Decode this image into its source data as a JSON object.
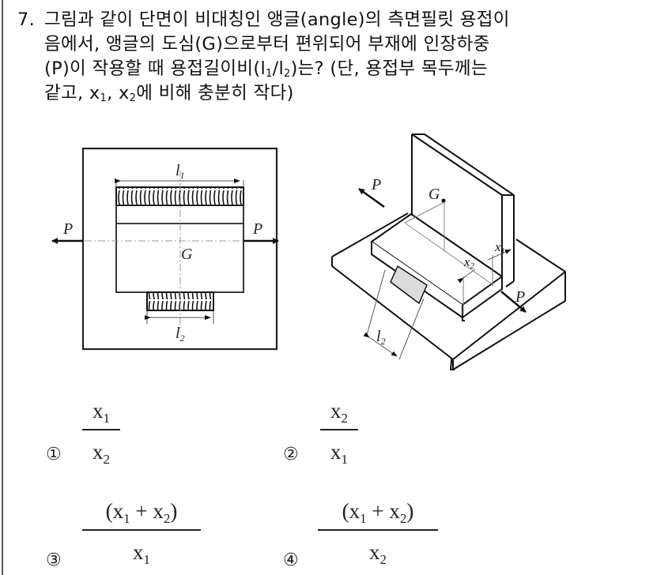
{
  "question": {
    "number": "7.",
    "lines": [
      "그림과 같이 단면이 비대칭인 앵글(angle)의 측면필릿 용접이",
      "음에서, 앵글의 도심(G)으로부터 편위되어 부재에 인장하중",
      "(P)이 작용할 때 용접길이비(l",
      "같고, x"
    ],
    "line3_sub1": "1",
    "line3_mid": "/l",
    "line3_sub2": "2",
    "line3_end": ")는? (단, 용접부 목두께는",
    "line4_sub1": "1",
    "line4_mid": ", x",
    "line4_sub2": "2",
    "line4_end": "에 비해 충분히 작다)"
  },
  "figure": {
    "left_labels": {
      "l1": "l",
      "l1_sub": "1",
      "l2": "l",
      "l2_sub": "2",
      "P_left": "P",
      "P_right": "P",
      "G": "G"
    },
    "right_labels": {
      "P_top": "P",
      "P_bottom": "P",
      "G": "G",
      "x1": "x",
      "x1_sub": "1",
      "x2": "x",
      "x2_sub": "2",
      "l2": "l",
      "l2_sub": "2"
    }
  },
  "choices": [
    {
      "marker": "①",
      "numerator": "x",
      "numerator_sub": "1",
      "denominator": "x",
      "denominator_sub": "2"
    },
    {
      "marker": "②",
      "numerator": "x",
      "numerator_sub": "2",
      "denominator": "x",
      "denominator_sub": "1"
    },
    {
      "marker": "③",
      "numerator_open": "(x",
      "numerator_sub_a": "1",
      "numerator_mid": " + x",
      "numerator_sub_b": "2",
      "numerator_close": ")",
      "denominator": "x",
      "denominator_sub": "1"
    },
    {
      "marker": "④",
      "numerator_open": "(x",
      "numerator_sub_a": "1",
      "numerator_mid": " + x",
      "numerator_sub_b": "2",
      "numerator_close": ")",
      "denominator": "x",
      "denominator_sub": "2"
    }
  ],
  "colors": {
    "text": "#111111",
    "weld_fill": "#dcdcdc",
    "centerline": "#888888"
  }
}
